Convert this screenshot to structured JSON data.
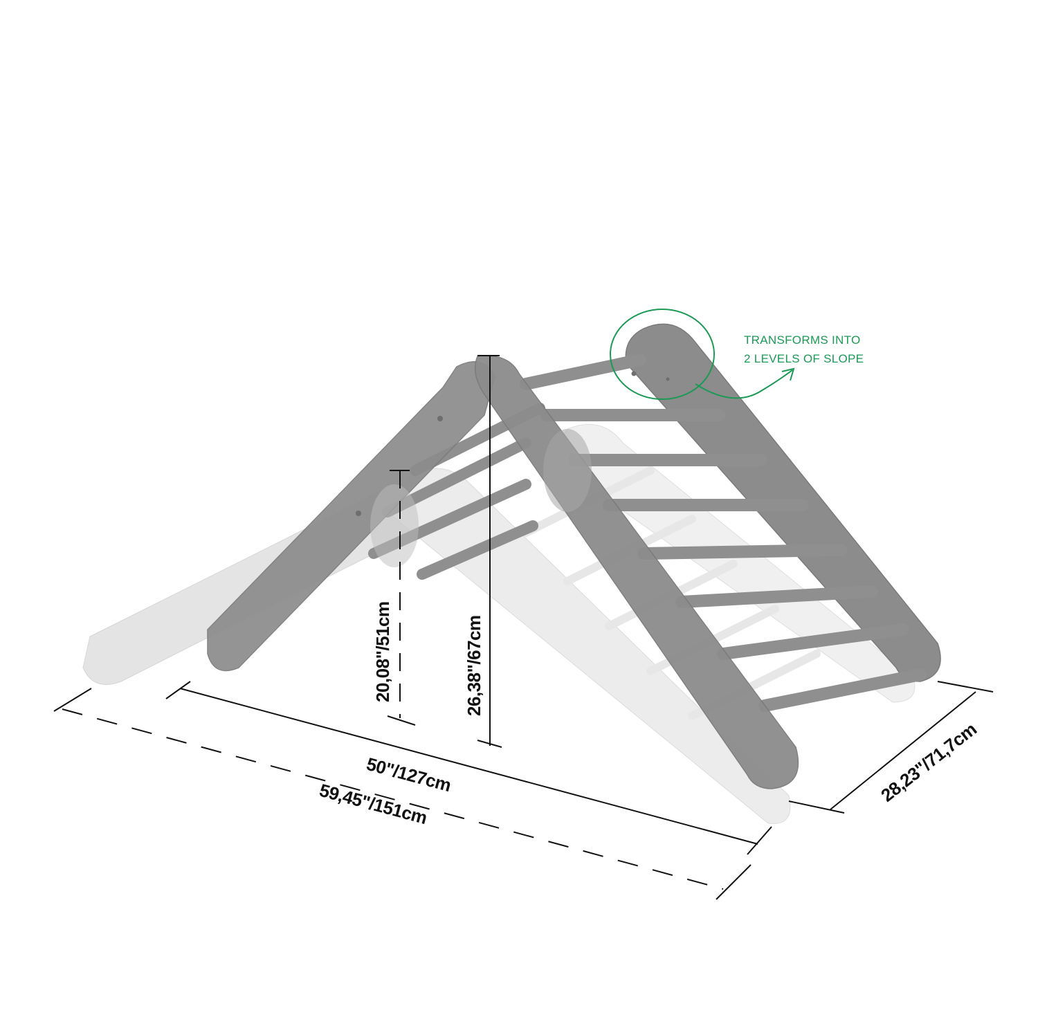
{
  "diagram": {
    "subject": "foldable wooden climbing triangle (Pikler triangle) dimension drawing",
    "colors": {
      "background": "#ffffff",
      "frame_dark": "#8c8c8c",
      "frame_dark_edge": "#7a7a7a",
      "frame_light": "#dcdcdc",
      "frame_light_edge": "#c8c8c8",
      "rung": "#8f8f8f",
      "rung_light": "#e4e4e4",
      "dimension_line": "#111111",
      "annotation": "#1a9a55"
    },
    "annotation": {
      "line1": "TRANSFORMS INTO",
      "line2": "2 LEVELS OF SLOPE",
      "highlight": "hinge circle at apex"
    },
    "dimensions": {
      "length_folded": "50\"/127cm",
      "length_extended": "59,45\"/151cm",
      "height_high": "26,38\"/67cm",
      "height_low": "20,08\"/51cm",
      "depth": "28,23\"/71,7cm"
    }
  }
}
